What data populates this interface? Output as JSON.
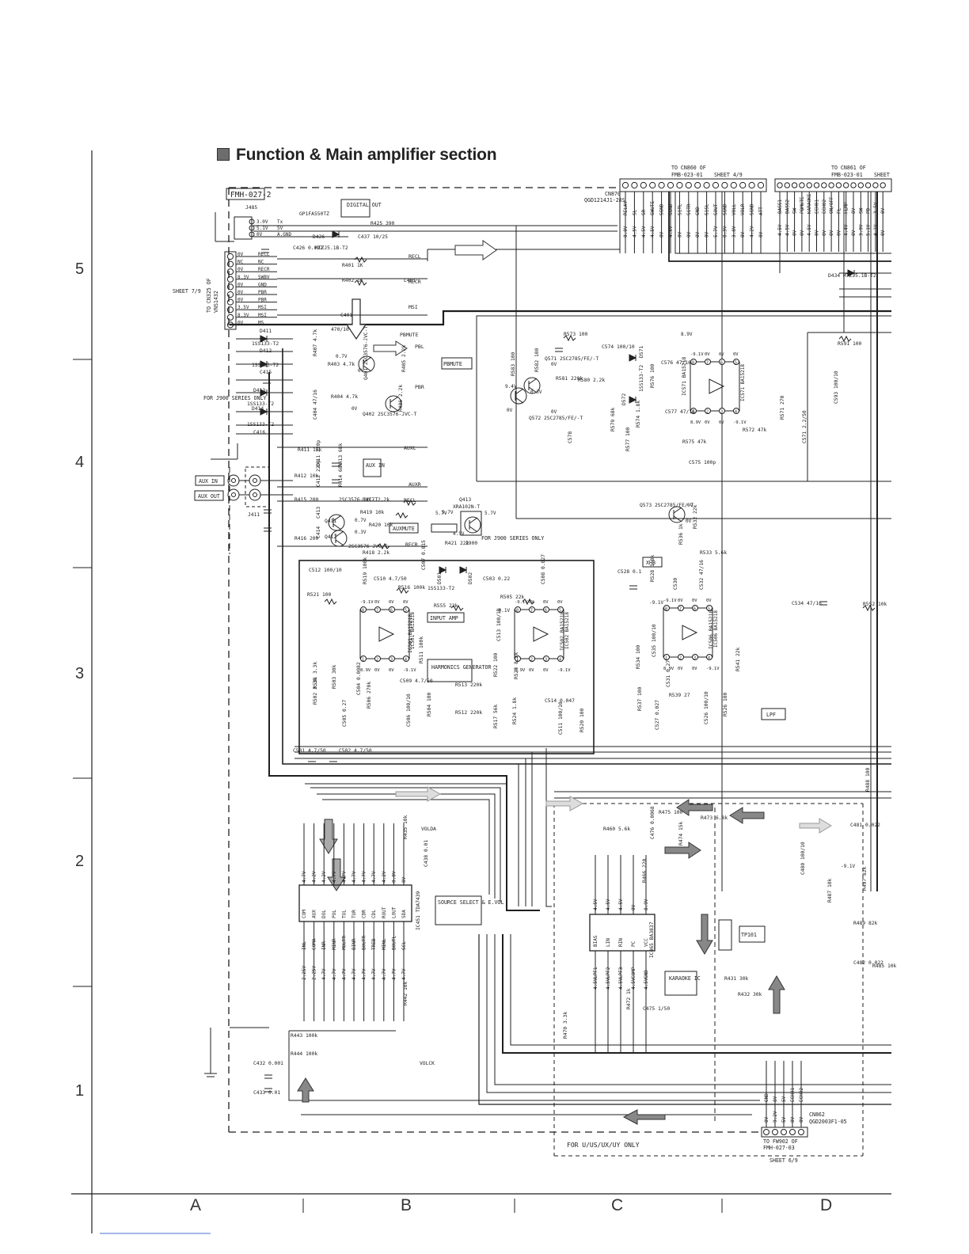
{
  "title": "Function & Main amplifier section",
  "grid": {
    "rows": [
      "5",
      "4",
      "3",
      "2",
      "1"
    ],
    "columns": [
      "A",
      "B",
      "C",
      "D"
    ]
  },
  "boxes": {
    "board_id": "FMH-027-2",
    "digital_out": "DIGITAL OUT",
    "aux_in_block": "AUX IN",
    "aux_in_jack": "AUX IN",
    "aux_out_jack": "AUX OUT",
    "aux_mute": "AUXMUTE",
    "p_mute": "PBMUTE",
    "input_amp": "INPUT AMP",
    "harmonics_generator": "HARMONICS GENERATOR",
    "xhb": "XHB",
    "lpf": "LPF",
    "source_select": "SOURCE SELECT & E.VOL",
    "karaoke_ic": "KARAOKE IC",
    "tp101": "TP101",
    "for_j900": "FOR J900 SERIES ONLY",
    "for_series_only": "FOR J900 SERIES ONLY",
    "for_regions": "FOR U/US/UX/UY ONLY"
  },
  "connectors": {
    "cn870_label": "CN870",
    "cn870_part": "QGD1214J1-28S",
    "to_cn860": "TO CN860 OF",
    "cn860_board": "FMB-023-01",
    "cn860_sheet": "SHEET 4/9",
    "to_cn861": "TO CN861 OF",
    "cn861_board": "FMB-023-01",
    "cn861_sheet": "SHEET",
    "sheet78_to": "SHEET 7/9",
    "sheet78_ref": "TO CN325 OF",
    "sheet78_part": "VNS1432",
    "cn862_label": "CN862",
    "cn862_part": "QGD2003F1-05",
    "to_fw902": "TO FW902 OF",
    "fw902_board": "FMH-027-03",
    "fw902_sheet": "SHEET 6/9"
  },
  "components": {
    "j485": "J485",
    "gp1": "GP1FA550TZ",
    "r425": "R425 390",
    "d426": "D426",
    "c426": "C426 0.022",
    "c437": "C437 10/25",
    "mtz": "MTZJ5.1B-T2",
    "r401": "R401 1K",
    "r402": "R402 1K",
    "l401": "L401",
    "c401": "C401",
    "c401_val": "470/10",
    "d411": "D411",
    "d411_part": "1SS133-T2",
    "d412": "D412",
    "d412_part": "1SS133-T2",
    "c415": "C415",
    "d413": "D413",
    "d413_part": "1SS133-T2",
    "d414": "D414",
    "d414_part": "1SS133-T2",
    "c416": "C416",
    "q401": "Q401 2SC3576-JVC-T",
    "q402": "Q402 2SC3576-JVC-T",
    "r403": "R403 4.7k",
    "r404": "R404 4.7k",
    "r407": "R407 4.7k",
    "r405": "R405 2.2k",
    "r406": "R406 2.2k",
    "c404": "C404 47/16",
    "r411": "R411 10k",
    "r412": "R412 10k",
    "c411": "C411 220p",
    "c412": "C412 220p",
    "r413": "R413 68k",
    "r414": "R414 68k",
    "r415": "R415 200",
    "r416": "R416 200",
    "r417": "R417 2.2k",
    "r418": "R418 2.2k",
    "r419": "R419 10k",
    "r420": "R420 10k",
    "r421": "R421 22k",
    "q411": "Q411",
    "q412": "Q412",
    "q411_part": "2SC3576-JVC-T",
    "q412_part": "2SC3576-JVC-T",
    "q413": "Q413",
    "q413_part": "XRA102N-T",
    "c413": "C413",
    "c414": "C414",
    "j411": "J411",
    "j900": "J900",
    "r573": "R573 100",
    "c574": "C574 100/10",
    "d571": "D571",
    "d572": "D572",
    "d57x_part": "1SS133-T2",
    "q571": "Q571 2SC2785/FE/-T",
    "q572": "Q572 2SC2785/FE/-T",
    "r583": "R583 100",
    "r582": "R582 100",
    "r581": "R581 220k",
    "r580": "R580 2.2k",
    "c576": "C576 47/16",
    "c577": "C577 47/16",
    "ic571": "IC571 BA15218",
    "r574": "R574 1.8k",
    "r575": "R575 47k",
    "r576": "R576 100",
    "r577": "R577 100",
    "r579": "R579 68k",
    "c578": "C578",
    "c575": "C575 100p",
    "r572": "R572 47k",
    "r571": "R571 270",
    "c571": "C571 2.2/50",
    "r591": "R591 100",
    "c593": "C593 100/10",
    "q573": "Q573 2SC2785/FE/-T",
    "r532": "R532 22k",
    "r533": "R533 5.6k",
    "r536": "R536 1k",
    "r528": "R528 1.8k",
    "c528": "C528 0.1",
    "c530": "C530",
    "c532": "C532 47/16",
    "c512": "C512 100/10",
    "r521": "R521 100",
    "r519": "R519 100k",
    "c510": "C510 4.7/50",
    "r516": "R516 100k",
    "c507": "C507 0.015",
    "d501": "D501",
    "d502": "D502",
    "d50x_part": "1SS133-T2",
    "c503": "C503 0.22",
    "r505": "R505 22k",
    "c508": "C508 0.027",
    "r555": "R555 22k",
    "ic501": "IC501 BA15218",
    "ic502": "IC502 BA15218",
    "ic506": "IC506 BA15218",
    "c504": "C504 0.0082",
    "c509": "C509 4.7/50",
    "r513": "R513 220k",
    "r512": "R512 220k",
    "r511": "R511 100k",
    "r531": "R531 3.3k",
    "r503": "R503 30k",
    "r502": "R502 3.3k",
    "r506": "R506 270k",
    "c505": "C505 0.27",
    "c506": "C506 100/10",
    "r504": "R504 100",
    "r517": "R517 56k",
    "r524": "R524 1.8k",
    "c514": "C514 0.047",
    "c511": "C511 100/10",
    "r520": "R520 100",
    "r522": "R522 100",
    "r523": "R523 8.2k",
    "c513": "C513 100/10",
    "r534": "R534 100",
    "c534": "C534 47/16",
    "r552": "R552 10k",
    "r541": "R541 22k",
    "r539": "R539 27",
    "c535": "C535 100/10",
    "c531": "C531 0.27",
    "c527": "C527 0.027",
    "c526": "C526 100/10",
    "r526": "R526 100",
    "r537": "R537 100",
    "c501": "C501 4.7/50",
    "c502": "C502 4.7/50",
    "ic451": "IC451 TDA7439",
    "c438": "C438 0.01",
    "r435": "R435 10k",
    "r442": "R442 10k",
    "r443": "R443 100k",
    "r444": "R444 100k",
    "c432": "C432 0.001",
    "c433": "C433 0.01",
    "vol_da": "VOLDA",
    "vol_ck": "VOLCK",
    "ic465": "IC465 BA3837",
    "r487": "R487 10k",
    "r475": "R475 100",
    "r473": "R473 6.8k",
    "r460": "R460 5.6k",
    "c476": "C476 0.0068",
    "r466": "R466 220",
    "r470": "R470 3.3k",
    "r472": "R472 1k",
    "r474": "R474 15k",
    "c475": "C475 1/50",
    "r431": "R431 30k",
    "r432": "R432 30k",
    "c481": "C481 0.022",
    "c482": "C482 0.022",
    "c480": "C480 100/10",
    "r488": "R488 100",
    "r497": "R497 82k",
    "r489": "R489 82k",
    "r485": "R485 10k",
    "d434": "D434 MTZJ5.1B-T2"
  },
  "pins": {
    "optical": [
      "3.0V",
      "5.1V",
      "0V"
    ],
    "optical_names": [
      "Tx",
      "5V",
      "A.GND"
    ],
    "left_conn": [
      "0V",
      "NC",
      "0V",
      "8.3V",
      "0V",
      "0V",
      "0V",
      "3.5V",
      "8.3V",
      "0V"
    ],
    "left_conn_names": [
      "RECL",
      "NC",
      "RECR",
      "SWBV",
      "GND",
      "PBR",
      "PBR",
      "MSI",
      "MSI",
      "MS"
    ],
    "bus_labels": [
      "RECL",
      "RECR",
      "MSI",
      "PBMUTE",
      "PBL",
      "PBR",
      "AUXL",
      "AUXR",
      "RECL",
      "RECR"
    ],
    "cn870": [
      "0.0V",
      "4.5V",
      "4.5V",
      "4.5V",
      "0V",
      "4.5V",
      "0V",
      "0V",
      "0V",
      "0V",
      "5.7V",
      "8.3V",
      "3.8V",
      "0V",
      "4.2V",
      "0V"
    ],
    "cn870_names": [
      "RELAY",
      "SL",
      "SR",
      "SWUTE",
      "SGND",
      "SGND",
      "S1TL",
      "S1TR",
      "GND",
      "S1SL",
      "SOUT",
      "SGND",
      "VOLL",
      "VOLR",
      "SGND",
      "ATT"
    ],
    "cn861": [
      "4.5V",
      "4.5V",
      "0V",
      "0V",
      "4.5V",
      "0V",
      "0V",
      "0V",
      "0V",
      "4.4V",
      "0V",
      "3.9V",
      "5.1V",
      "4.1V",
      "0V"
    ],
    "cn861_names": [
      "BASS1",
      "BASS2",
      "SW",
      "PBMUTE",
      "KARAOKE",
      "ECHO1",
      "ECHO2",
      "ON/OFF",
      "FL",
      "FLMP",
      "8V",
      "SW",
      "PD",
      "3.5V",
      "0V"
    ],
    "ic451_top": [
      "4.7V",
      "4.2V",
      "4.2V",
      "4.7V",
      "4.7V",
      "4.7V",
      "4.7V",
      "4.7V",
      "4.2V",
      "0.0V",
      "0V"
    ],
    "ic451_top_names": [
      "COM",
      "AUX",
      "DOL",
      "POL",
      "TUL",
      "TUR",
      "CDR",
      "CDL",
      "ROUT",
      "LOUT",
      "SDA"
    ],
    "ic451_bottom": [
      "2.25V",
      "2.25V",
      "4.7V",
      "4.7V",
      "4.7V",
      "4.7V",
      "4.7V",
      "4.7V",
      "4.7V",
      "4.7V",
      "4.7V"
    ],
    "ic451_bottom_names": [
      "INL",
      "COMA",
      "INR",
      "MINR",
      "MOUTR",
      "BINR",
      "BOUTR",
      "TREB",
      "MINL",
      "BOUTL",
      "SCL"
    ],
    "ic465_top": [
      "4.5V",
      "4.5V",
      "4.5V",
      "0V",
      "8.9V"
    ],
    "ic465_top_names": [
      "BIAS",
      "LIN",
      "RIN",
      "PC",
      "VCC"
    ],
    "ic465_bottom": [
      "4.5V",
      "4.5V",
      "4.5V",
      "4.5V",
      "4.5V"
    ],
    "ic465_bottom_names": [
      "LPF1",
      "LPF2",
      "LPF3",
      "COMP",
      "GND"
    ],
    "cn862": [
      "0V",
      "9.2V",
      "5V",
      "0V",
      "0V"
    ],
    "cn862_names": [
      "GND",
      "8V",
      "5V",
      "ECHO1",
      "ECHO2"
    ],
    "opamp_pins": [
      "8",
      "7",
      "6",
      "5",
      "1",
      "2",
      "3",
      "4"
    ],
    "voltages_opamp": [
      "-9.1V",
      "0V",
      "0V",
      "0V",
      "8.9V",
      "0V",
      "0V",
      "-9.1V"
    ]
  },
  "voltages": {
    "q401": [
      "0.7V",
      "0V",
      "0V"
    ],
    "q571": [
      "9.4V",
      "0.3V",
      "0V",
      "0V"
    ],
    "q573": [
      "0V",
      "0V",
      "-9.1V"
    ],
    "q413": [
      "5.7V",
      "5.7V",
      "4.5V"
    ],
    "misc": [
      "8.9V",
      "-9.1V",
      "-0.1V",
      "0V",
      "5.7V",
      "0.7V",
      "0.3V"
    ]
  },
  "colors": {
    "ink": "#1f1f1f",
    "gray_ink": "#8a8a8a",
    "title_mark": "#6d6d6d"
  }
}
